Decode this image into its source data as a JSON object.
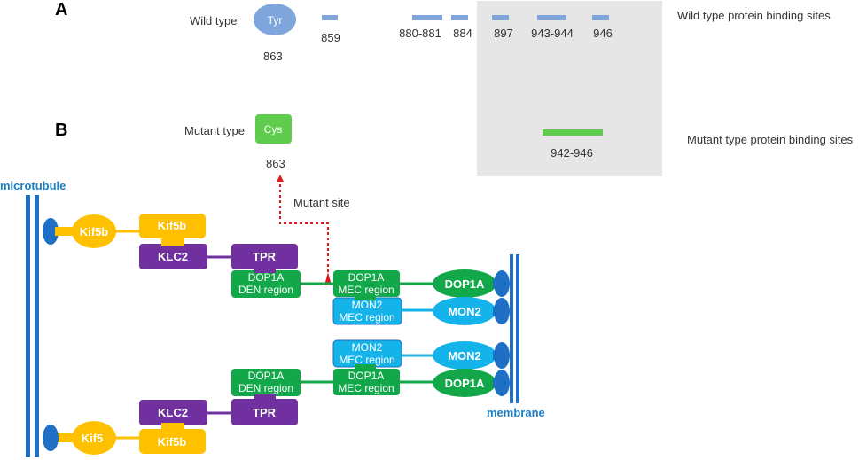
{
  "panel_a": {
    "letter": "A",
    "wild_type_label": "Wild type",
    "residue": "Tyr",
    "residue_position": "863",
    "site_labels": [
      "859",
      "880-881",
      "884",
      "897",
      "943-944",
      "946"
    ],
    "binding_sites_title": "Wild type protein binding sites"
  },
  "panel_b": {
    "letter": "B",
    "mutant_type_label": "Mutant type",
    "residue": "Cys",
    "residue_position": "863",
    "mutant_site_range": "942-946",
    "binding_sites_title": "Mutant type protein binding sites",
    "mutant_site_label": "Mutant site",
    "microtubule_label": "microtubule",
    "membrane_label": "membrane",
    "upper": {
      "kif5b_motor": "Kif5b",
      "kif5b_box": "Kif5b",
      "klc2": "KLC2",
      "tpr": "TPR",
      "dop1a_den_1": "DOP1A",
      "dop1a_den_2": "DEN region",
      "dop1a_mec_1": "DOP1A",
      "dop1a_mec_2": "MEC region",
      "mon2_mec_1": "MON2",
      "mon2_mec_2": "MEC region",
      "dop1a_oval": "DOP1A",
      "mon2_oval": "MON2"
    },
    "lower": {
      "mon2_mec_1": "MON2",
      "mon2_mec_2": "MEC region",
      "mon2_oval": "MON2",
      "dop1a_den_1": "DOP1A",
      "dop1a_den_2": "DEN region",
      "dop1a_mec_1": "DOP1A",
      "dop1a_mec_2": "MEC region",
      "dop1a_oval": "DOP1A",
      "klc2": "KLC2",
      "tpr": "TPR",
      "kif5_motor": "Kif5",
      "kif5b_box": "Kif5b"
    }
  },
  "colors": {
    "tyr": "#7ea6dc",
    "cys": "#5fcc4d",
    "gray_panel": "#e6e6e6",
    "microtubule": "#1f6fc4",
    "kif": "#ffc000",
    "klc2_tpr": "#7030a0",
    "dop1a": "#12a84a",
    "mon2": "#14b4ea",
    "mutant_marker": "#e01a1a"
  }
}
